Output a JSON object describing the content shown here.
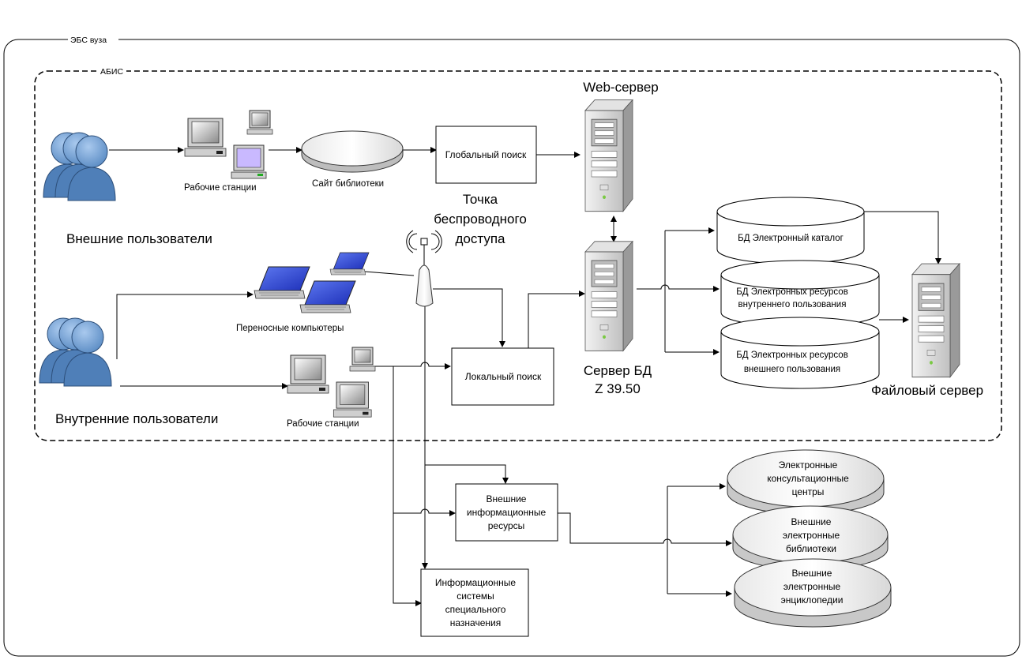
{
  "containers": {
    "ebs_label": "ЭБС вуза",
    "abis_label": "АБИС"
  },
  "actors": {
    "external": "Внешние пользователи",
    "internal": "Внутренние пользователи"
  },
  "nodes": {
    "workstations_top": "Рабочие станции",
    "library_site": "Сайт библиотеки",
    "global_search": "Глобальный поиск",
    "web_server": "Web-сервер",
    "access_point": [
      "Точка",
      "беспроводного",
      "доступа"
    ],
    "laptops": "Переносные компьютеры",
    "workstations_bottom": "Рабочие станции",
    "local_search": "Локальный поиск",
    "db_server": [
      "Сервер БД",
      "Z 39.50"
    ],
    "file_server": "Файловый сервер",
    "db_catalog": "БД Электронный каталог",
    "db_internal": [
      "БД Электронных ресурсов",
      "внутреннего пользования"
    ],
    "db_external": [
      "БД Электронных ресурсов",
      "внешнего пользования"
    ],
    "ext_info": [
      "Внешние",
      "информационные",
      "ресурсы"
    ],
    "special_systems": [
      "Информационные",
      "системы",
      "специального",
      "назначения"
    ],
    "consult_centers": [
      "Электронные",
      "консультационные",
      "центры"
    ],
    "ext_libraries": [
      "Внешние",
      "электронные",
      "библиотеки"
    ],
    "ext_encyclopedias": [
      "Внешние",
      "электронные",
      "энциклопедии"
    ]
  },
  "colors": {
    "person": "#6f9fd0",
    "person_shadow": "#3d6fa8",
    "server_body": "#c9c9c9",
    "laptop_screen": "#2b3fd6"
  }
}
